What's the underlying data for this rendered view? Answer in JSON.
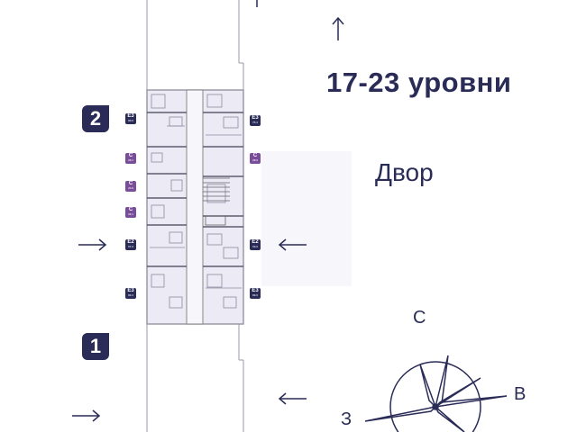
{
  "heading": {
    "title": "17-23 уровни"
  },
  "yard": {
    "label": "Двор"
  },
  "sections": [
    {
      "id": "section-2",
      "label": "2"
    },
    {
      "id": "section-1",
      "label": "1"
    }
  ],
  "apartments_left": [
    {
      "type": "E3",
      "sub": "80.6",
      "color": "#2a2c57"
    },
    {
      "type": "C",
      "sub": "28.1",
      "color": "#7a4d9b"
    },
    {
      "type": "C",
      "sub": "24.9",
      "color": "#7a4d9b"
    },
    {
      "type": "C",
      "sub": "26.1",
      "color": "#7a4d9b"
    },
    {
      "type": "E2",
      "sub": "57.3",
      "color": "#2a2c57"
    },
    {
      "type": "E3",
      "sub": "80.4",
      "color": "#2a2c57"
    }
  ],
  "apartments_right": [
    {
      "type": "E3",
      "sub": "75.4",
      "color": "#2a2c57"
    },
    {
      "type": "C",
      "sub": "28.9",
      "color": "#7a4d9b"
    },
    {
      "type": "E2",
      "sub": "53.0",
      "color": "#2a2c57"
    },
    {
      "type": "E3",
      "sub": "80.6",
      "color": "#2a2c57"
    }
  ],
  "compass": {
    "north": "С",
    "east": "В",
    "west": "З"
  },
  "colors": {
    "primary": "#2a2c57",
    "studio": "#7a4d9b",
    "floor_fill": "#e9e8f4"
  }
}
